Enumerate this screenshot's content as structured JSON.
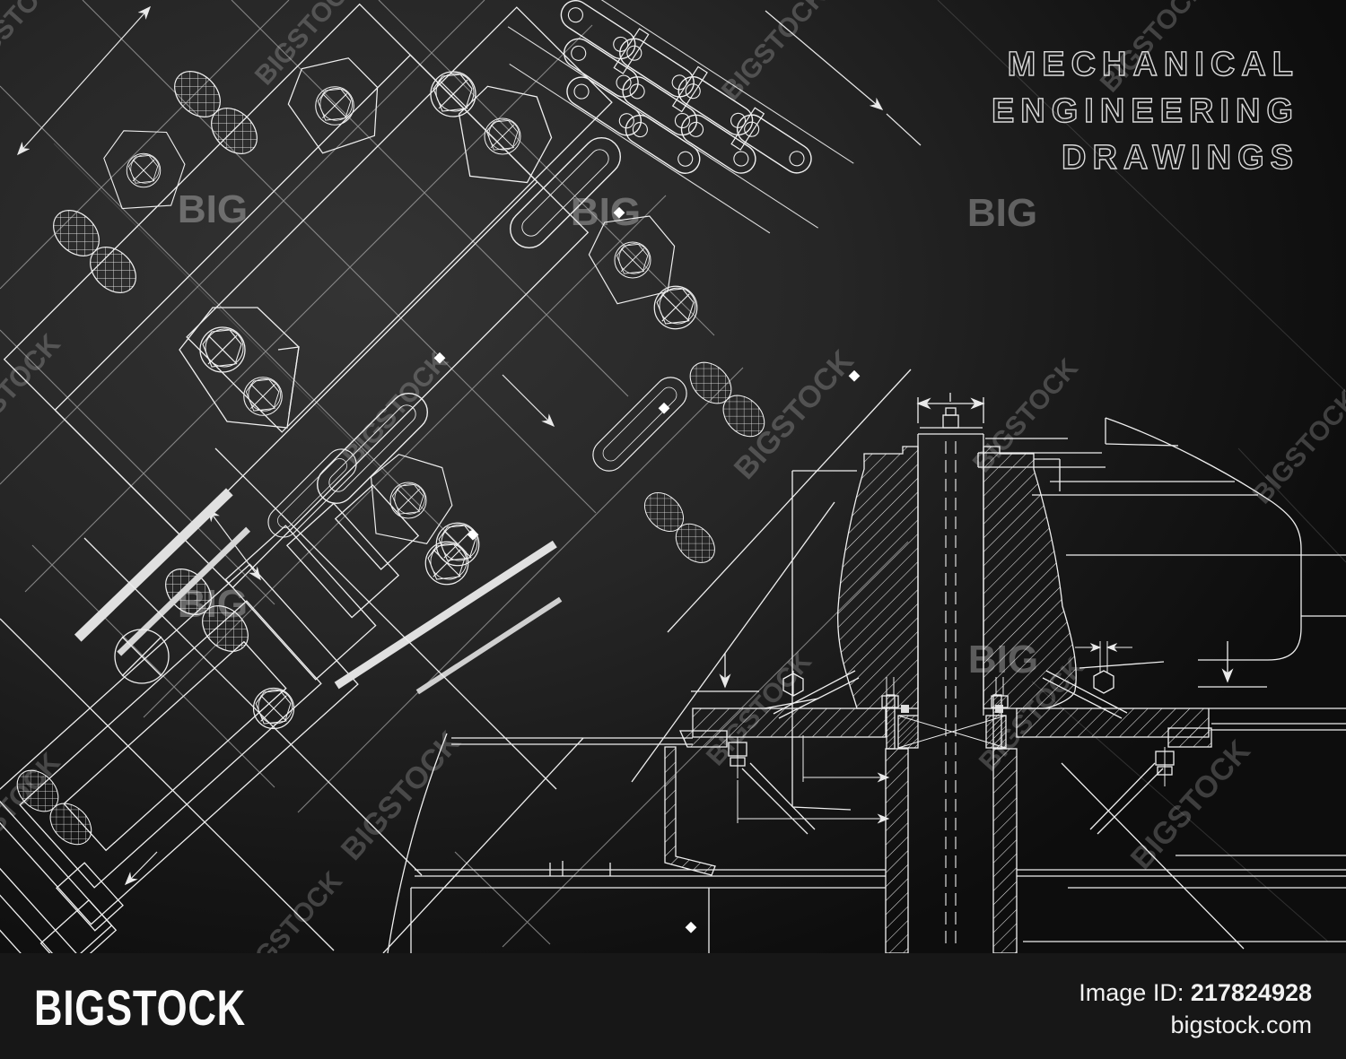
{
  "title": {
    "line1": "MECHANICAL",
    "line2": "ENGINEERING",
    "line3": "DRAWINGS"
  },
  "watermark": {
    "brand": "BIGSTOCK",
    "brand_short": "BIG"
  },
  "footer": {
    "logo": "BIGSTOCK",
    "image_id_label": "Image ID:",
    "image_id_value": "217824928",
    "website": "bigstock.com"
  },
  "colors": {
    "background_center": "#343434",
    "background_edge": "#0d0d0d",
    "drawing_line": "#efefef",
    "construction_line": "#c4c4c4",
    "watermark_text": "#ffffff",
    "footer_background": "#171717",
    "footer_text": "#f2f2f2",
    "title_outline": "#d9d9d9"
  }
}
